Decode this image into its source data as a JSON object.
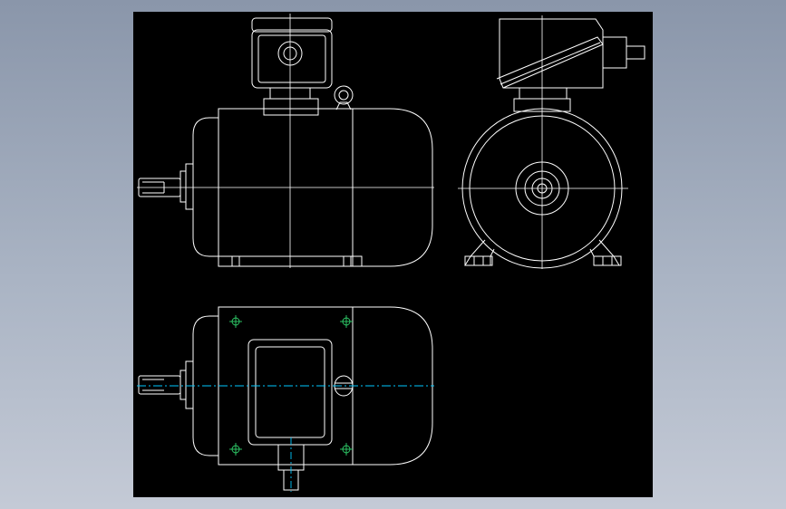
{
  "drawing": {
    "views": [
      "front-view",
      "side-view",
      "top-view"
    ],
    "colors": {
      "background": "#000000",
      "outline": "#ffffff",
      "centerline": "#00c8ff",
      "hole_marker": "#2fd06a"
    }
  }
}
